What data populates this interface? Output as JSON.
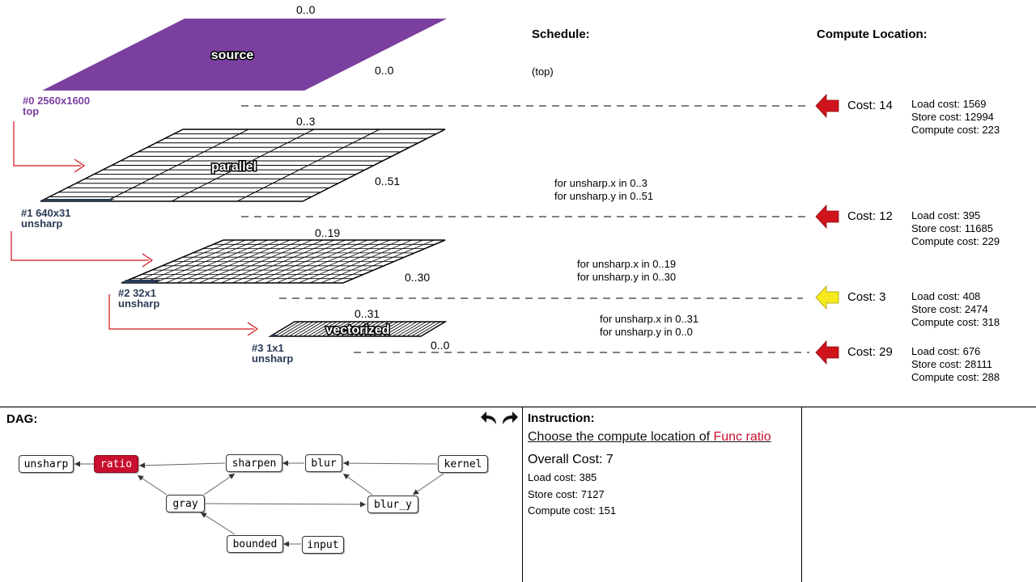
{
  "headers": {
    "schedule": "Schedule:",
    "compute_location": "Compute Location:"
  },
  "stages": [
    {
      "label": "#0  2560x1600",
      "name": "top",
      "plane_text": "source",
      "range_x": "0..0",
      "range_y": "0..0",
      "schedule": [
        "(top)"
      ],
      "cost": "Cost: 14",
      "arrow_color": "#d0141c",
      "load": "Load cost: 1569",
      "store": "Store cost: 12994",
      "compute": "Compute cost: 223"
    },
    {
      "label": "#1  640x31",
      "name": "unsharp",
      "plane_text": "parallel",
      "range_x": "0..3",
      "range_y": "0..51",
      "schedule": [
        "for unsharp.x in 0..3",
        "for unsharp.y in 0..51"
      ],
      "cost": "Cost: 12",
      "arrow_color": "#d0141c",
      "load": "Load cost: 395",
      "store": "Store cost: 11685",
      "compute": "Compute cost: 229"
    },
    {
      "label": "#2  32x1",
      "name": "unsharp",
      "plane_text": "",
      "range_x": "0..19",
      "range_y": "0..30",
      "schedule": [
        "for unsharp.x in 0..19",
        "for unsharp.y in 0..30"
      ],
      "cost": "Cost: 3",
      "arrow_color": "#f6ea1e",
      "load": "Load cost: 408",
      "store": "Store cost: 2474",
      "compute": "Compute cost: 318"
    },
    {
      "label": "#3  1x1",
      "name": "unsharp",
      "plane_text": "vectorized",
      "range_x": "0..31",
      "range_y": "0..0",
      "schedule": [
        "for unsharp.x in 0..31",
        "for unsharp.y in 0..0"
      ],
      "cost": "Cost: 29",
      "arrow_color": "#d0141c",
      "load": "Load cost: 676",
      "store": "Store cost: 28111",
      "compute": "Compute cost: 288"
    }
  ],
  "colors": {
    "source_plane": "#7b3fa0",
    "active_node": "#c8102e",
    "stage0_label": "#7b3fa0",
    "stage_label": "#2b3a55"
  },
  "dag": {
    "title": "DAG:",
    "nodes": {
      "unsharp": "unsharp",
      "ratio": "ratio",
      "sharpen": "sharpen",
      "blur": "blur",
      "kernel": "kernel",
      "gray": "gray",
      "blur_y": "blur_y",
      "bounded": "bounded",
      "input": "input"
    },
    "active": "ratio",
    "icons": [
      "undo-icon",
      "redo-icon"
    ]
  },
  "instruction": {
    "title": "Instruction:",
    "prefix": "Choose the compute location of ",
    "func": "Func ratio",
    "overall": "Overall Cost: 7",
    "load": "Load cost: 385",
    "store": "Store cost: 7127",
    "compute": "Compute cost: 151"
  }
}
